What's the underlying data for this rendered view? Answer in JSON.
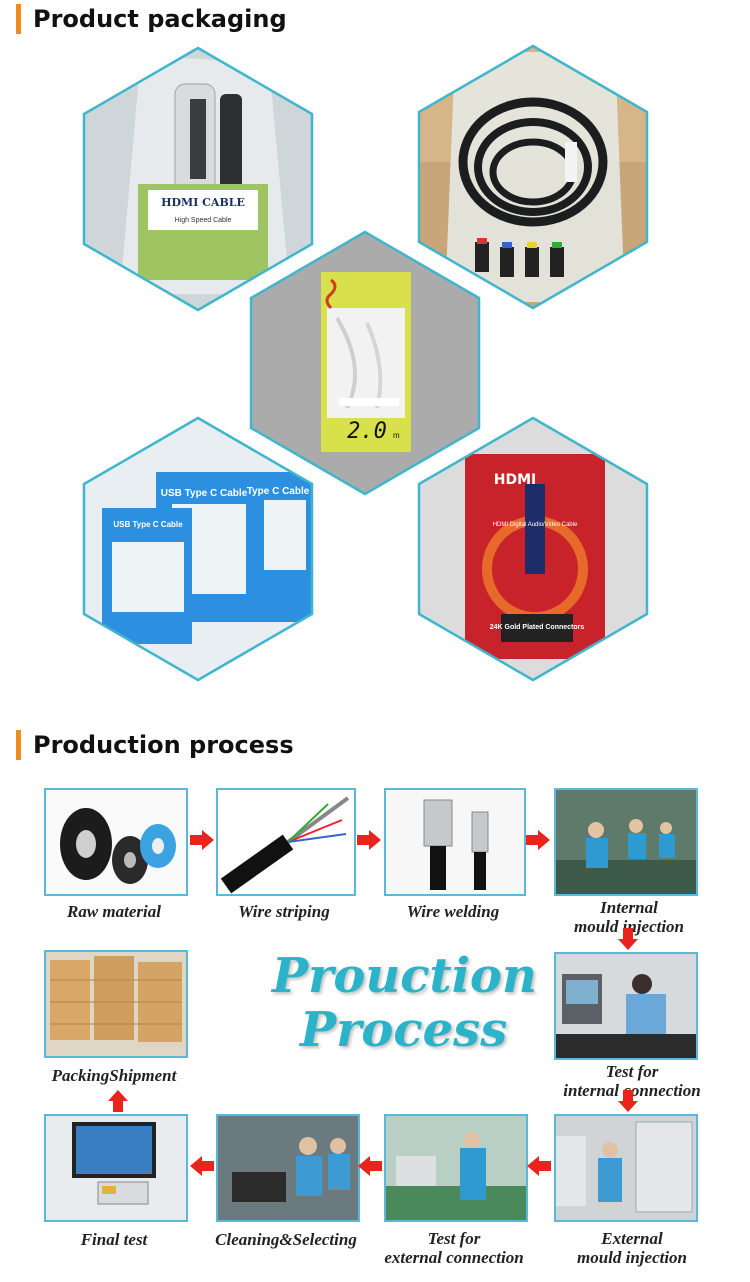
{
  "sections": {
    "packaging_title": "Product packaging",
    "process_title": "Production process"
  },
  "packaging": {
    "hdmi_box": {
      "title": "HDMI CABLE",
      "subtitle": "High Speed Cable"
    },
    "polybag": {
      "length_label": "2.0",
      "unit": "m"
    },
    "usb_box": {
      "title": "USB Type C Cable",
      "title2": "USB Type C Cable",
      "title3": "Type C Cable"
    },
    "retail_card": {
      "brand": "HDMI",
      "arc_text": "HDMI Digital Audio/Video Cable",
      "badge": "24K Gold Plated Connectors"
    }
  },
  "process": {
    "big_title_line1": "Prouction",
    "big_title_line2": "Process",
    "steps": {
      "raw_material": "Raw material",
      "wire_striping": "Wire striping",
      "wire_welding": "Wire welding",
      "internal_mould_1": "Internal",
      "internal_mould_2": "mould injection",
      "test_internal_1": "Test for",
      "test_internal_2": "internal connection",
      "external_mould_1": "External",
      "external_mould_2": "mould injection",
      "test_external_1": "Test for",
      "test_external_2": "external connection",
      "cleaning": "Cleaning&Selecting",
      "final_test": "Final test",
      "packing": "PackingShipment"
    }
  },
  "colors": {
    "accent": "#f08c1e",
    "hex_border": "#3fb6cc",
    "box_border": "#5ab8d8",
    "arrow": "#e8241c",
    "title_teal": "#2ab3c9"
  }
}
